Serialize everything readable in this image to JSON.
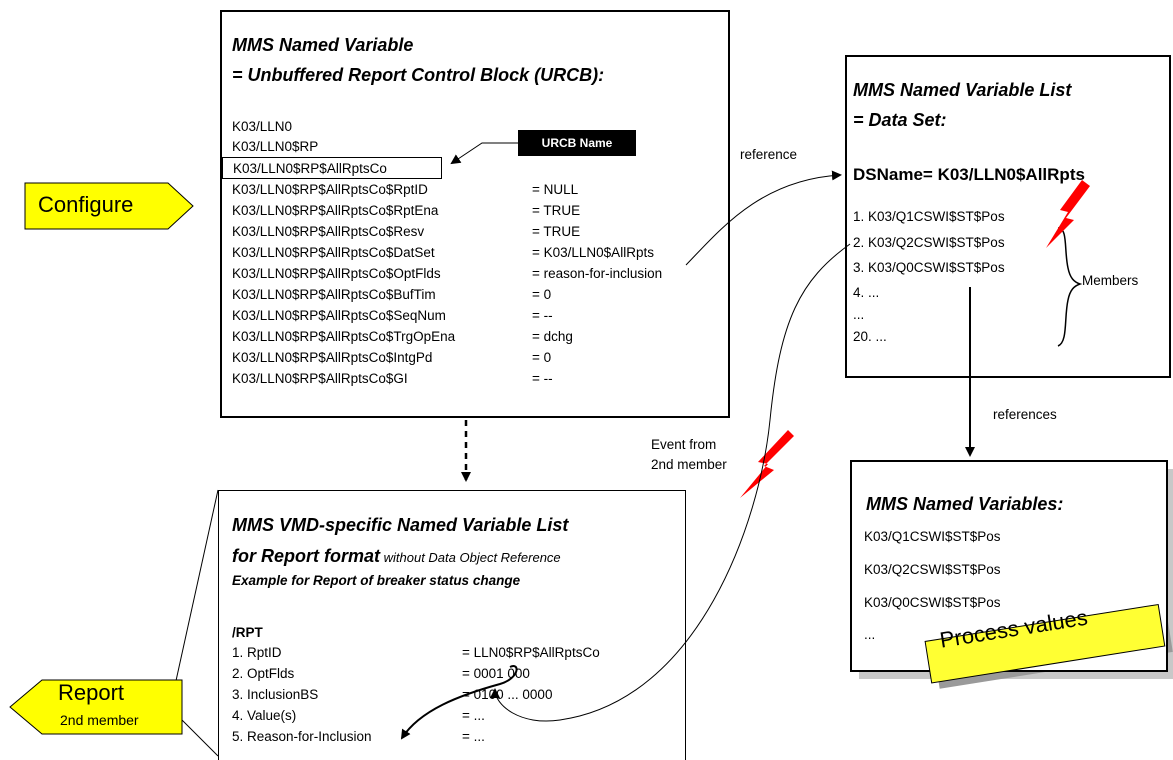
{
  "urcb": {
    "title_line1": "MMS Named Variable",
    "title_line2": "= Unbuffered Report Control Block (URCB):",
    "head_lines": [
      "K03/LLN0",
      "K03/LLN0$RP"
    ],
    "highlighted": "K03/LLN0$RP$AllRptsCo",
    "attributes": [
      {
        "name": "K03/LLN0$RP$AllRptsCo$RptID",
        "value": "= NULL"
      },
      {
        "name": "K03/LLN0$RP$AllRptsCo$RptEna",
        "value": "= TRUE"
      },
      {
        "name": "K03/LLN0$RP$AllRptsCo$Resv",
        "value": "= TRUE"
      },
      {
        "name": "K03/LLN0$RP$AllRptsCo$DatSet",
        "value": "= K03/LLN0$AllRpts"
      },
      {
        "name": "K03/LLN0$RP$AllRptsCo$OptFlds",
        "value": "= reason-for-inclusion"
      },
      {
        "name": "K03/LLN0$RP$AllRptsCo$BufTim",
        "value": "= 0"
      },
      {
        "name": "K03/LLN0$RP$AllRptsCo$SeqNum",
        "value": "= --"
      },
      {
        "name": "K03/LLN0$RP$AllRptsCo$TrgOpEna",
        "value": "= dchg"
      },
      {
        "name": "K03/LLN0$RP$AllRptsCo$IntgPd",
        "value": "= 0"
      },
      {
        "name": "K03/LLN0$RP$AllRptsCo$GI",
        "value": "= --"
      }
    ]
  },
  "urcb_name_label": "URCB Name",
  "configure_label": "Configure",
  "reference_label": "reference",
  "references_label": "references",
  "event_label_1": "Event from",
  "event_label_2": "2nd member",
  "dataset": {
    "title_line1": "MMS Named Variable List",
    "title_line2": "= Data Set:",
    "dsname": "DSName= K03/LLN0$AllRpts",
    "members": [
      "1. K03/Q1CSWI$ST$Pos",
      "2. K03/Q2CSWI$ST$Pos",
      "3. K03/Q0CSWI$ST$Pos",
      "4. ...",
      "...",
      "20. ..."
    ],
    "members_label": "Members"
  },
  "named_vars": {
    "title": "MMS Named Variables:",
    "items": [
      "K03/Q1CSWI$ST$Pos",
      "K03/Q2CSWI$ST$Pos",
      "K03/Q0CSWI$ST$Pos",
      "..."
    ]
  },
  "process_values_label": "Process values",
  "report_format": {
    "title_line1": "MMS VMD-specific Named Variable List",
    "title_line2_bold": "for Report format",
    "title_line2_small": " without Data Object Reference",
    "subtitle": "Example for Report of breaker status change",
    "rpt_label": "/RPT",
    "rows": [
      {
        "name": "1. RptID",
        "value": "= LLN0$RP$AllRptsCo"
      },
      {
        "name": "2. OptFlds",
        "value": "= 0001 000"
      },
      {
        "name": "3. InclusionBS",
        "value": "= 0100 ... 0000"
      },
      {
        "name": "4. Value(s)",
        "value": "= ..."
      },
      {
        "name": "5. Reason-for-Inclusion",
        "value": "= ..."
      }
    ]
  },
  "report_label": "Report",
  "report_sublabel": "2nd member",
  "colors": {
    "arrow_fill": "#ffff00",
    "lightning": "#ff0000",
    "sticker": "#ffff33"
  }
}
